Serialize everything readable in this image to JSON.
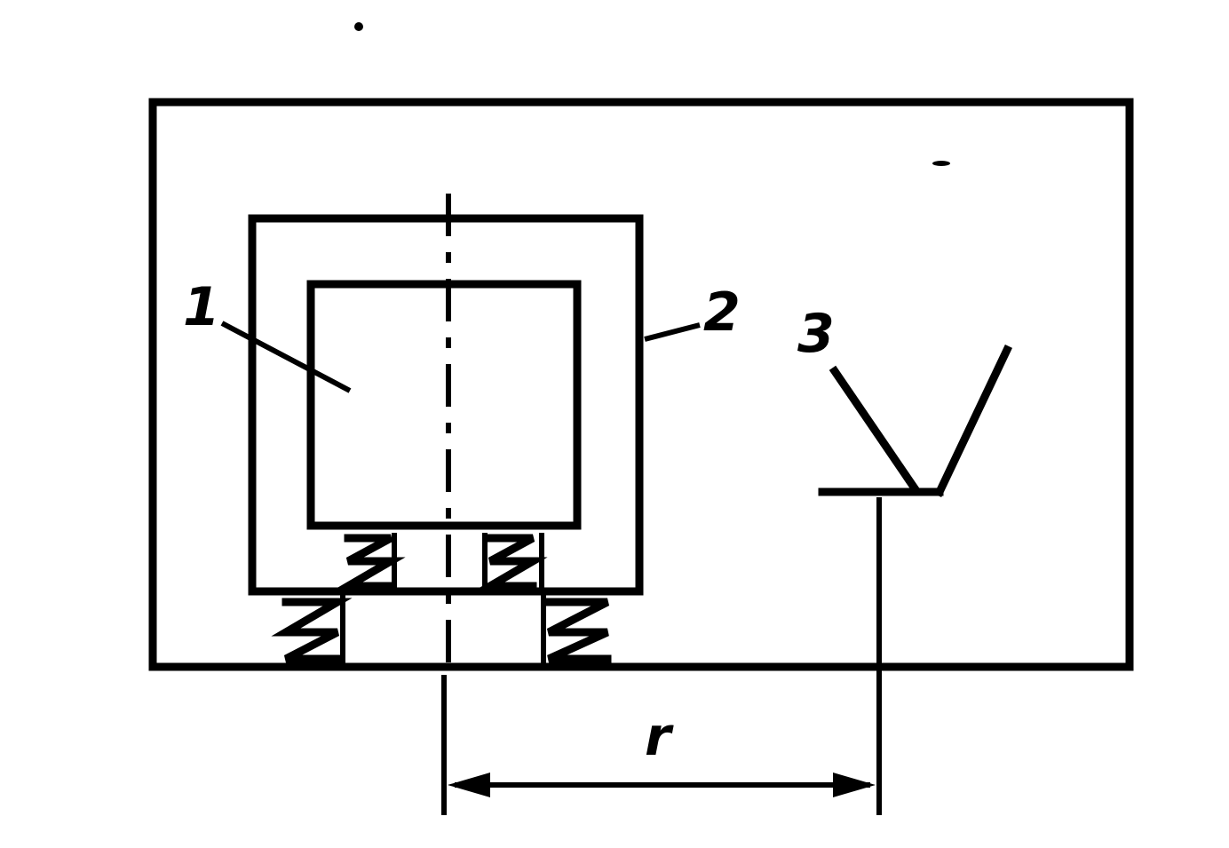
{
  "labels": {
    "item1": "1",
    "item2": "2",
    "item3": "3",
    "distance": "r"
  },
  "colors": {
    "ink": "#000000",
    "paper": "#ffffff"
  }
}
